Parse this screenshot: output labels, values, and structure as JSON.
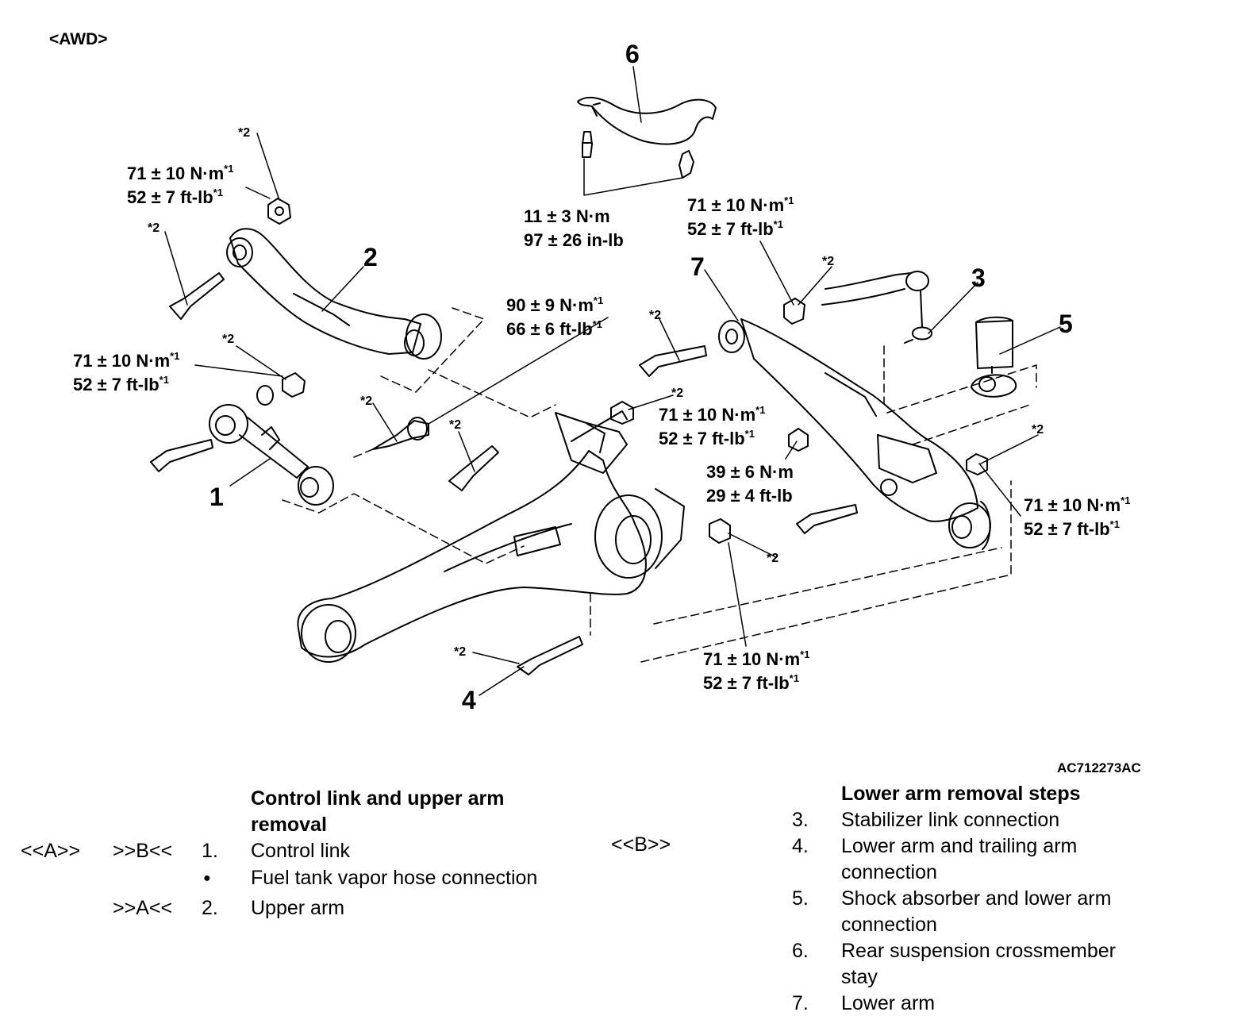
{
  "variant": "<AWD>",
  "figure_code": "AC712273AC",
  "part_numbers": [
    "1",
    "2",
    "3",
    "4",
    "5",
    "6",
    "7"
  ],
  "asterisk_mark": "*2",
  "torque_labels": [
    {
      "id": "t_upper_arm_nut",
      "line1": "71 ± 10 N·m",
      "sup1": "*1",
      "line2": "52 ± 7 ft-lb",
      "sup2": "*1"
    },
    {
      "id": "t_control_link_nut",
      "line1": "71 ± 10 N·m",
      "sup1": "*1",
      "line2": "52 ± 7 ft-lb",
      "sup2": "*1"
    },
    {
      "id": "t_stay_bolts",
      "line1": "11 ± 3 N·m",
      "sup1": "",
      "line2": "97 ± 26 in-lb",
      "sup2": ""
    },
    {
      "id": "t_lower_arm_front",
      "line1": "71 ± 10 N·m",
      "sup1": "*1",
      "line2": "52 ± 7 ft-lb",
      "sup2": "*1"
    },
    {
      "id": "t_upper_arm_bolt",
      "line1": "90 ± 9 N·m",
      "sup1": "*1",
      "line2": "66 ± 6 ft-lb",
      "sup2": "*1"
    },
    {
      "id": "t_knuckle_nut",
      "line1": "71 ± 10 N·m",
      "sup1": "*1",
      "line2": "52 ± 7 ft-lb",
      "sup2": "*1"
    },
    {
      "id": "t_stab_link_nut",
      "line1": "39 ± 6 N·m",
      "sup1": "",
      "line2": "29 ± 4 ft-lb",
      "sup2": ""
    },
    {
      "id": "t_shock_nut",
      "line1": "71 ± 10 N·m",
      "sup1": "*1",
      "line2": "52 ± 7 ft-lb",
      "sup2": "*1"
    },
    {
      "id": "t_trailing_arm_nut",
      "line1": "71 ± 10 N·m",
      "sup1": "*1",
      "line2": "52 ± 7 ft-lb",
      "sup2": "*1"
    }
  ],
  "steps_left": {
    "heading_line1": "Control link and upper arm",
    "heading_line2": "removal",
    "items": [
      {
        "ref1": "<<A>>",
        "ref2": ">>B<<",
        "number": "1.",
        "text": "Control link"
      },
      {
        "ref1": "",
        "ref2": "",
        "number": "●",
        "text": "Fuel tank vapor hose connection"
      },
      {
        "ref1": "",
        "ref2": ">>A<<",
        "number": "2.",
        "text": "Upper arm"
      }
    ]
  },
  "steps_right": {
    "ref": "<<B>>",
    "heading": "Lower arm removal steps",
    "items": [
      {
        "number": "3.",
        "line1": "Stabilizer link connection",
        "line2": ""
      },
      {
        "number": "4.",
        "line1": "Lower arm and trailing arm",
        "line2": "connection"
      },
      {
        "number": "5.",
        "line1": "Shock absorber and lower arm",
        "line2": "connection"
      },
      {
        "number": "6.",
        "line1": "Rear suspension crossmember",
        "line2": "stay"
      },
      {
        "number": "7.",
        "line1": "Lower arm",
        "line2": ""
      }
    ]
  }
}
